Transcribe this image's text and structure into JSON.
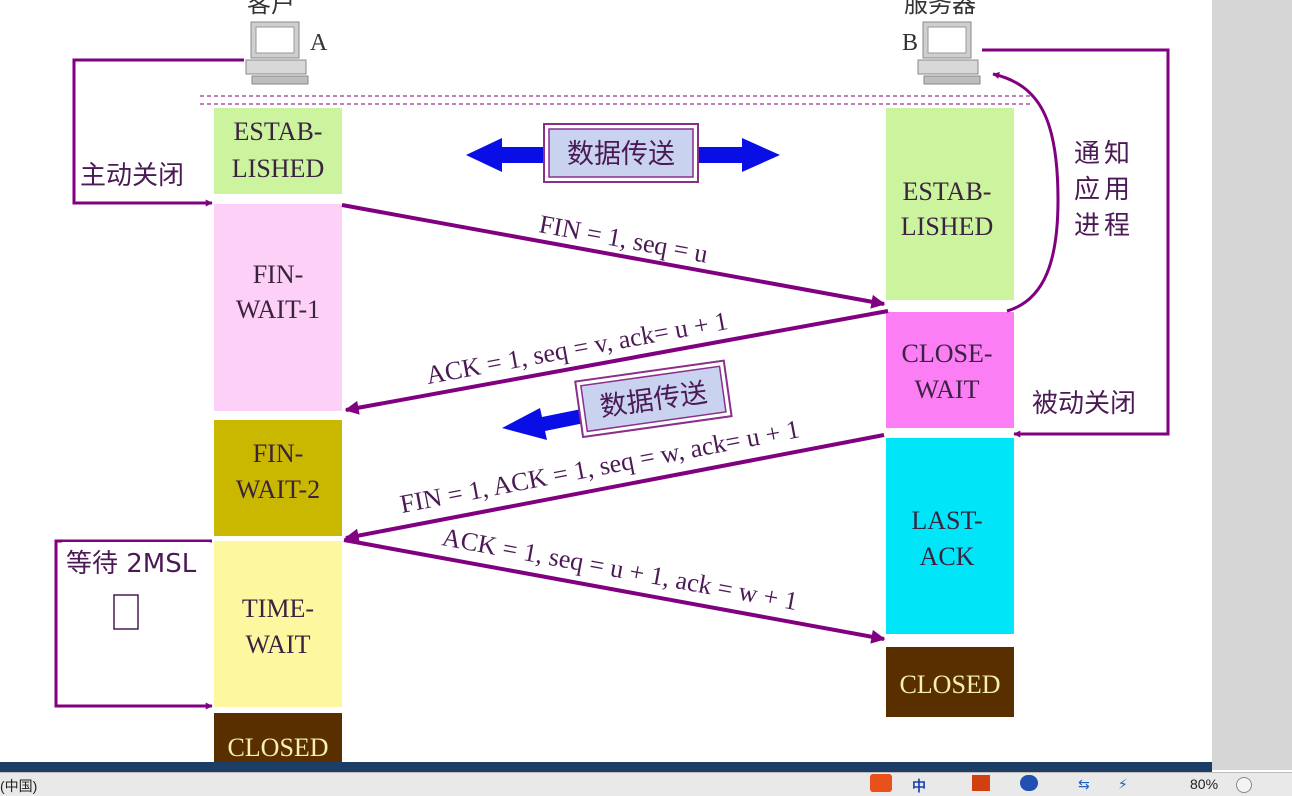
{
  "hosts": {
    "client_title": "客户",
    "client_letter": "A",
    "server_title": "服务器",
    "server_letter": "B"
  },
  "client_states": [
    {
      "lines": [
        "ESTAB-",
        "LISHED"
      ],
      "color": "#ccf39d"
    },
    {
      "lines": [
        "FIN-",
        "WAIT-1"
      ],
      "color": "#fdd0f7"
    },
    {
      "lines": [
        "FIN-",
        "WAIT-2"
      ],
      "color": "#c9b700"
    },
    {
      "lines": [
        "TIME-",
        "WAIT"
      ],
      "color": "#fdf8a0"
    },
    {
      "lines": [
        "CLOSED"
      ],
      "color": "#5a2f00"
    }
  ],
  "server_states": [
    {
      "lines": [
        "ESTAB-",
        "LISHED"
      ],
      "color": "#ccf39d"
    },
    {
      "lines": [
        "CLOSE-",
        "WAIT"
      ],
      "color": "#fb7ef5"
    },
    {
      "lines": [
        "LAST-",
        "ACK"
      ],
      "color": "#00e5f7"
    },
    {
      "lines": [
        "CLOSED"
      ],
      "color": "#5a2f00"
    }
  ],
  "messages": [
    "FIN = 1, seq = u",
    "ACK = 1, seq = v, ack= u + 1",
    "FIN = 1, ACK = 1, seq = w, ack= u + 1",
    "ACK = 1, seq = u + 1, ack = w + 1"
  ],
  "labels": {
    "active_close": "主动关闭",
    "passive_close": "被动关闭",
    "notify_app": [
      "通",
      "知",
      "应",
      "用",
      "进",
      "程"
    ],
    "wait_2msl": "等待 2MSL",
    "data_transfer_1": "数据传送",
    "data_transfer_2": "数据传送"
  },
  "taskbar": {
    "left_text": "(中国)",
    "zoom": "80%"
  },
  "colors": {
    "arrow": "#800080",
    "data_arrow": "#0a0ee6",
    "label_text": "#4b1a55",
    "dark_text": "#f3f0b0"
  }
}
